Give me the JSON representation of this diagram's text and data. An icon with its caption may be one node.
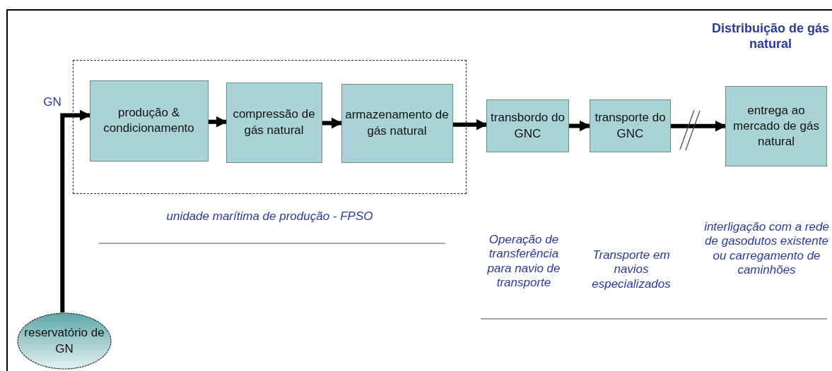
{
  "diagram": {
    "nodes": [
      {
        "text": [],
        "shape": "box",
        "beside": [
          "unidade marítima de produção - FPSO"
        ]
      },
      {
        "text": [
          "produção & condicionamento"
        ],
        "in": 0
      },
      {
        "text": [
          "compressão de gás natural"
        ],
        "in": 0
      },
      {
        "text": [
          "armazenamento de gás natural"
        ],
        "in": 0
      },
      {
        "text": [
          "transbordo do GNC"
        ]
      },
      {
        "text": [
          "transporte do GNC"
        ]
      },
      {
        "text": [
          "entrega ao mercado de gás natural"
        ]
      },
      {
        "text": [
          "reservatório de GN"
        ]
      }
    ],
    "edges": [
      {
        "from": 7,
        "to": 1,
        "arrow": "to"
      },
      {
        "from": 1,
        "to": 2,
        "arrow": "to"
      },
      {
        "from": 2,
        "to": 3,
        "arrow": "to"
      },
      {
        "from": 3,
        "to": 4,
        "arrow": "to"
      },
      {
        "from": 4,
        "to": 5,
        "arrow": "to"
      },
      {
        "from": 5,
        "to": 6,
        "arrow": "to"
      }
    ],
    "labels": [
      "Distribuição de gás natural",
      "GN",
      "Operação de transferência para navio de transporte",
      "Transporte em navios especializados",
      "interligação com a rede de gasodutos existente ou carregamento de caminhões"
    ]
  }
}
